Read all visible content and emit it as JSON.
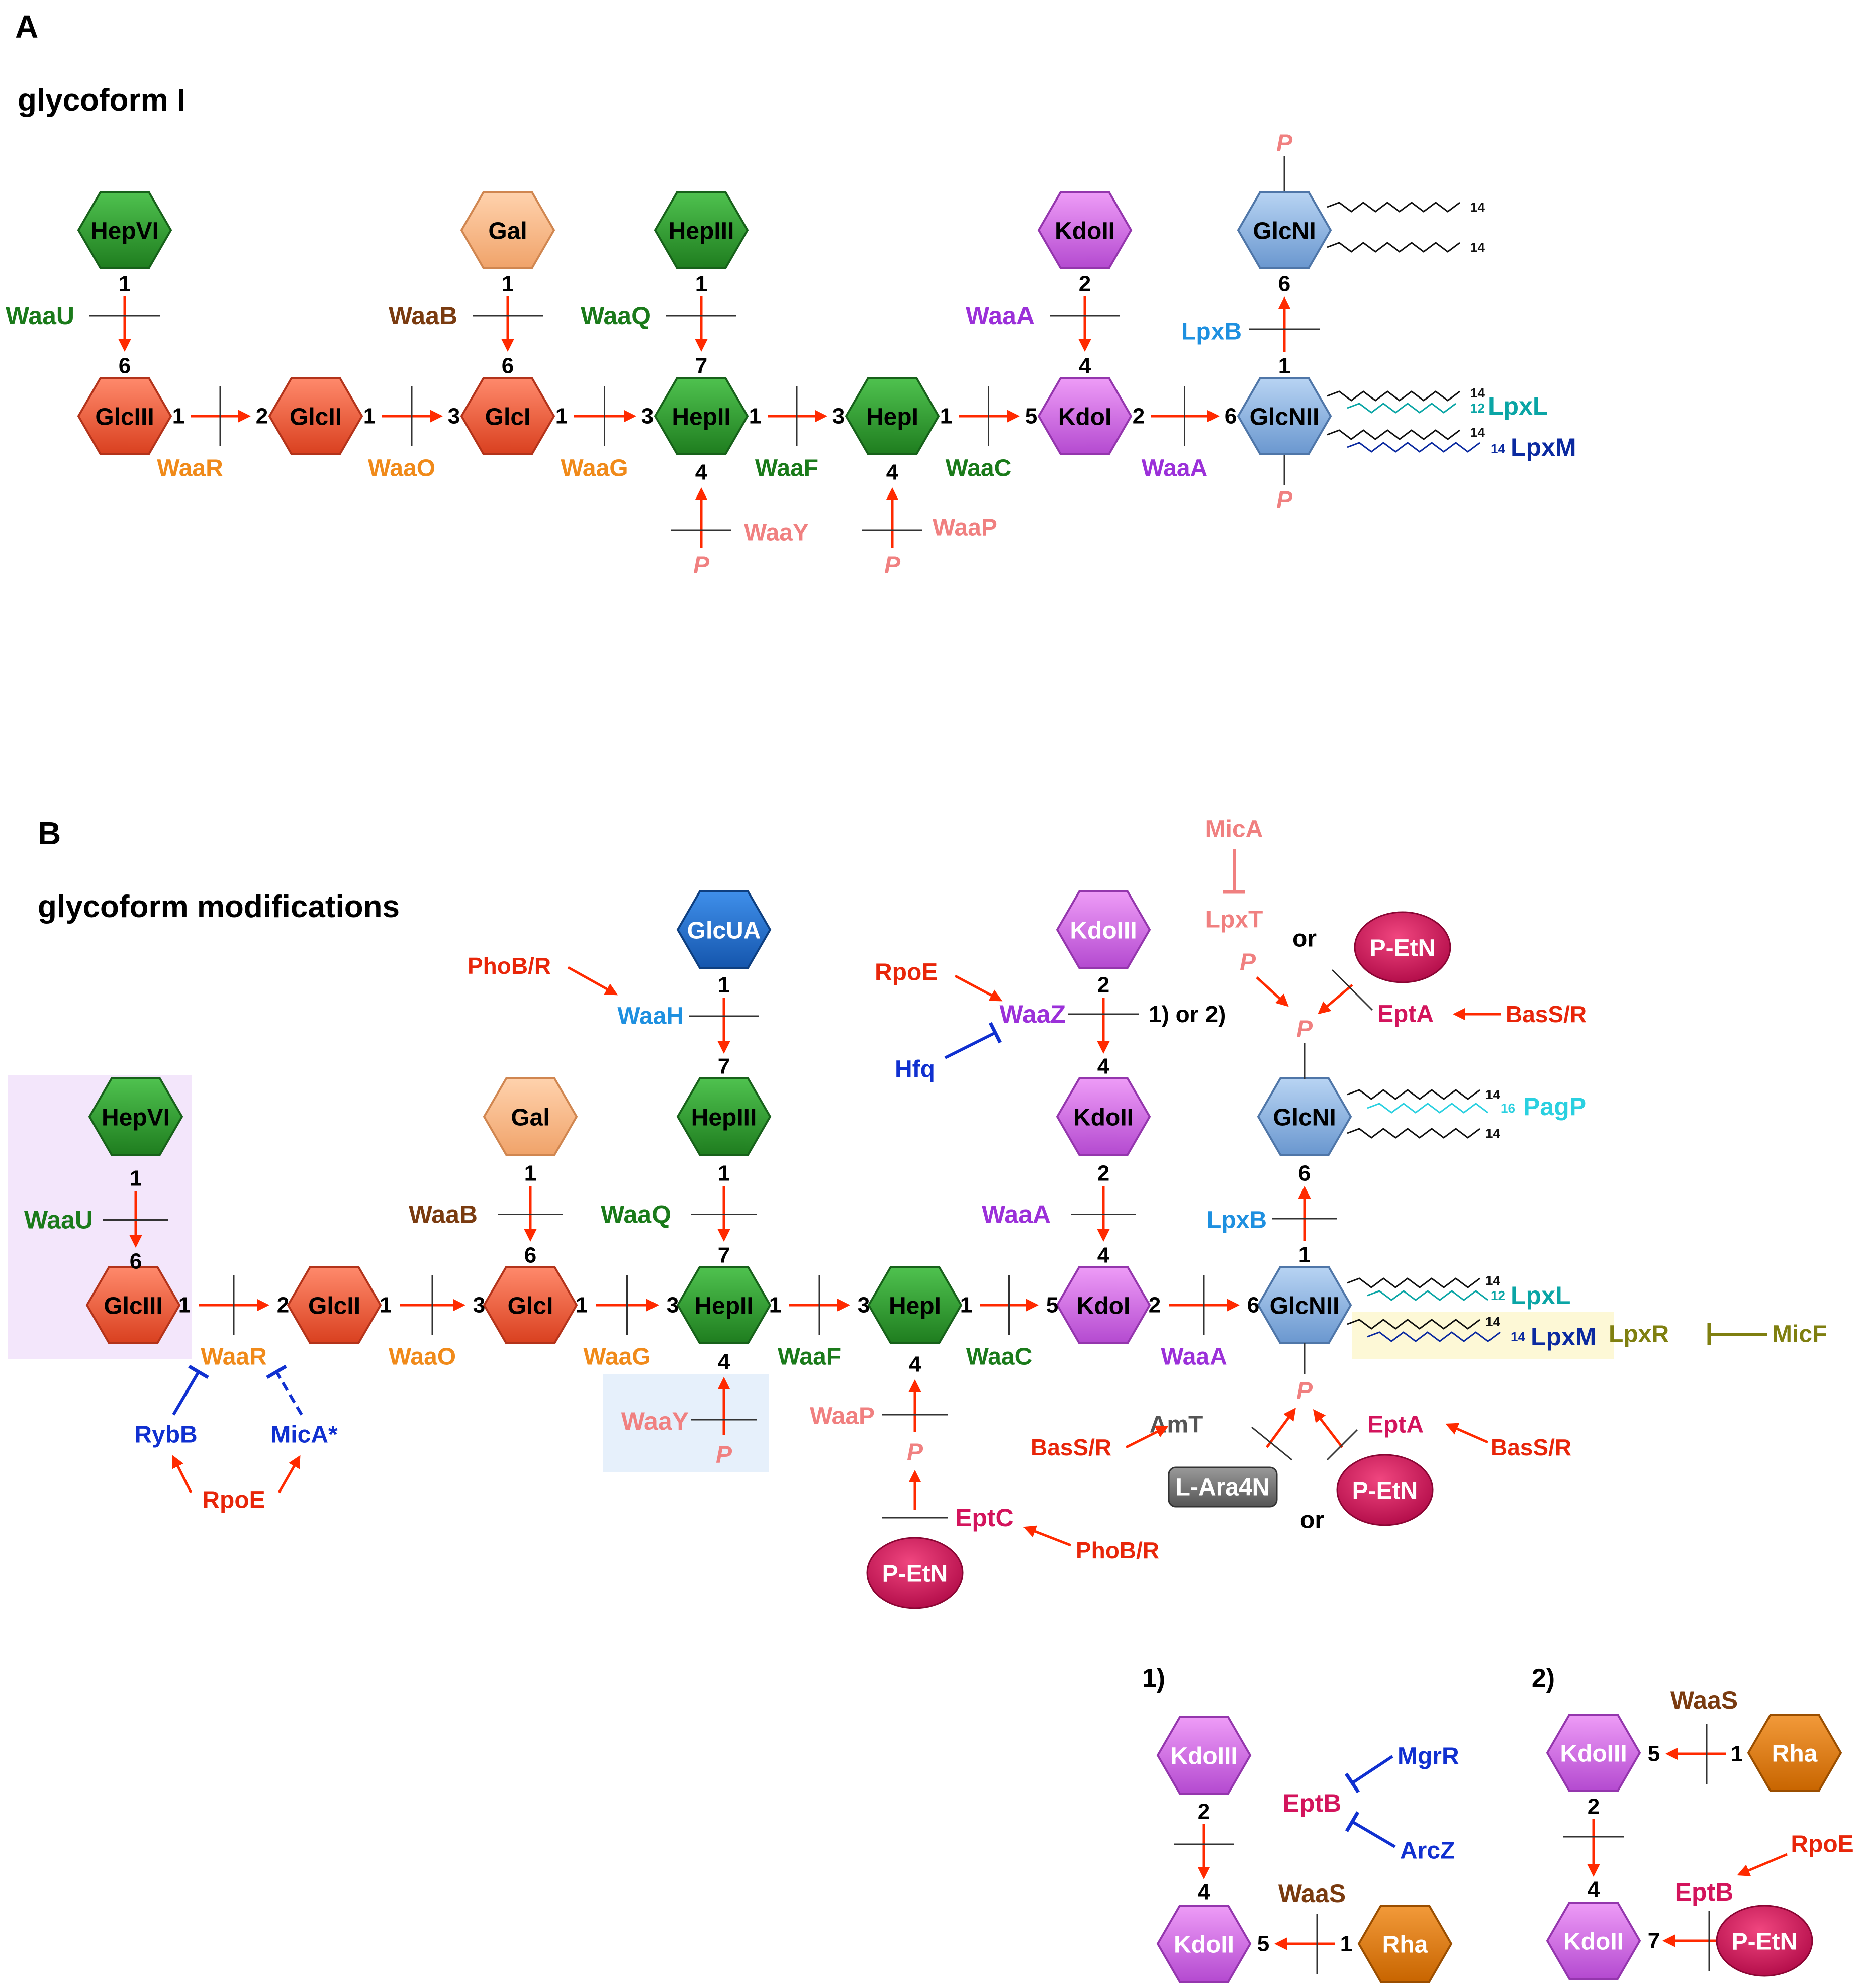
{
  "panelA": {
    "letter": "A",
    "title": "glycoform I",
    "sugars": {
      "hepvi": "HepVI",
      "gal": "Gal",
      "hepiii": "HepIII",
      "kdoii": "KdoII",
      "glcni": "GlcNI",
      "glciii": "GlcIII",
      "glcii": "GlcII",
      "glci": "GlcI",
      "hepii": "HepII",
      "hepi": "HepI",
      "kdoi": "KdoI",
      "glcnii": "GlcNII"
    },
    "enzymes": {
      "waau": "WaaU",
      "waab": "WaaB",
      "waaq": "WaaQ",
      "waaa_top": "WaaA",
      "lpxb": "LpxB",
      "waar": "WaaR",
      "waao": "WaaO",
      "waag": "WaaG",
      "waaf": "WaaF",
      "waac": "WaaC",
      "waaa_bottom": "WaaA",
      "waay": "WaaY",
      "waap": "WaaP",
      "lpxl": "LpxL",
      "lpxm": "LpxM"
    },
    "phosphate": "P",
    "chain14": "14",
    "chain12": "12"
  },
  "panelB": {
    "letter": "B",
    "title": "glycoform modifications",
    "sugars": {
      "glcua": "GlcUA",
      "kdoiii": "KdoIII",
      "hepvi": "HepVI",
      "gal": "Gal",
      "hepiii": "HepIII",
      "kdoii": "KdoII",
      "glcni": "GlcNI",
      "glciii": "GlcIII",
      "glcii": "GlcII",
      "glci": "GlcI",
      "hepii": "HepII",
      "hepi": "HepI",
      "kdoi": "KdoI",
      "glcnii": "GlcNII"
    },
    "labels": {
      "mica_top": "MicA",
      "lpxt": "LpxT",
      "or_top": "or",
      "petn": "P-EtN",
      "phobr": "PhoB/R",
      "waah": "WaaH",
      "rpoe": "RpoE",
      "waaz": "WaaZ",
      "branch": "1) or 2)",
      "hfq": "Hfq",
      "epta": "EptA",
      "bassr": "BasS/R",
      "pagp": "PagP",
      "chain16": "16",
      "waau": "WaaU",
      "waab": "WaaB",
      "waaq": "WaaQ",
      "waaa_top": "WaaA",
      "lpxb": "LpxB",
      "waar": "WaaR",
      "waao": "WaaO",
      "waag": "WaaG",
      "waaf": "WaaF",
      "waac": "WaaC",
      "waaa_bottom": "WaaA",
      "lpxl": "LpxL",
      "lpxm": "LpxM",
      "lpxr": "LpxR",
      "micf": "MicF",
      "rybb": "RybB",
      "micastar": "MicA*",
      "waay": "WaaY",
      "waap": "WaaP",
      "amt": "AmT",
      "lara4n": "L-Ara4N",
      "or_bottom": "or",
      "eptc": "EptC",
      "phobr2": "PhoB/R",
      "bassr2": "BasS/R",
      "bassr3": "BasS/R",
      "epta2": "EptA"
    }
  },
  "inset1": {
    "label": "1)",
    "kdoiii": "KdoIII",
    "kdoii": "KdoII",
    "rha": "Rha",
    "waas": "WaaS",
    "eptb": "EptB",
    "mgrr": "MgrR",
    "arcz": "ArcZ"
  },
  "inset2": {
    "label": "2)",
    "kdoiii": "KdoIII",
    "kdoii": "KdoII",
    "rha": "Rha",
    "waas": "WaaS",
    "eptb": "EptB",
    "rpoe": "RpoE",
    "petn": "P-EtN"
  },
  "colors": {
    "glc": "#f0583a",
    "hep": "#2e9e2e",
    "kdo": "#d66ee8",
    "glcn": "#8fb6e3",
    "gal": "#f8b98a",
    "glcua": "#1f6fd1",
    "rha": "#e07a10",
    "petn": "#d3145c",
    "arrow": "#ff2a00",
    "repress": "#1030d0"
  }
}
